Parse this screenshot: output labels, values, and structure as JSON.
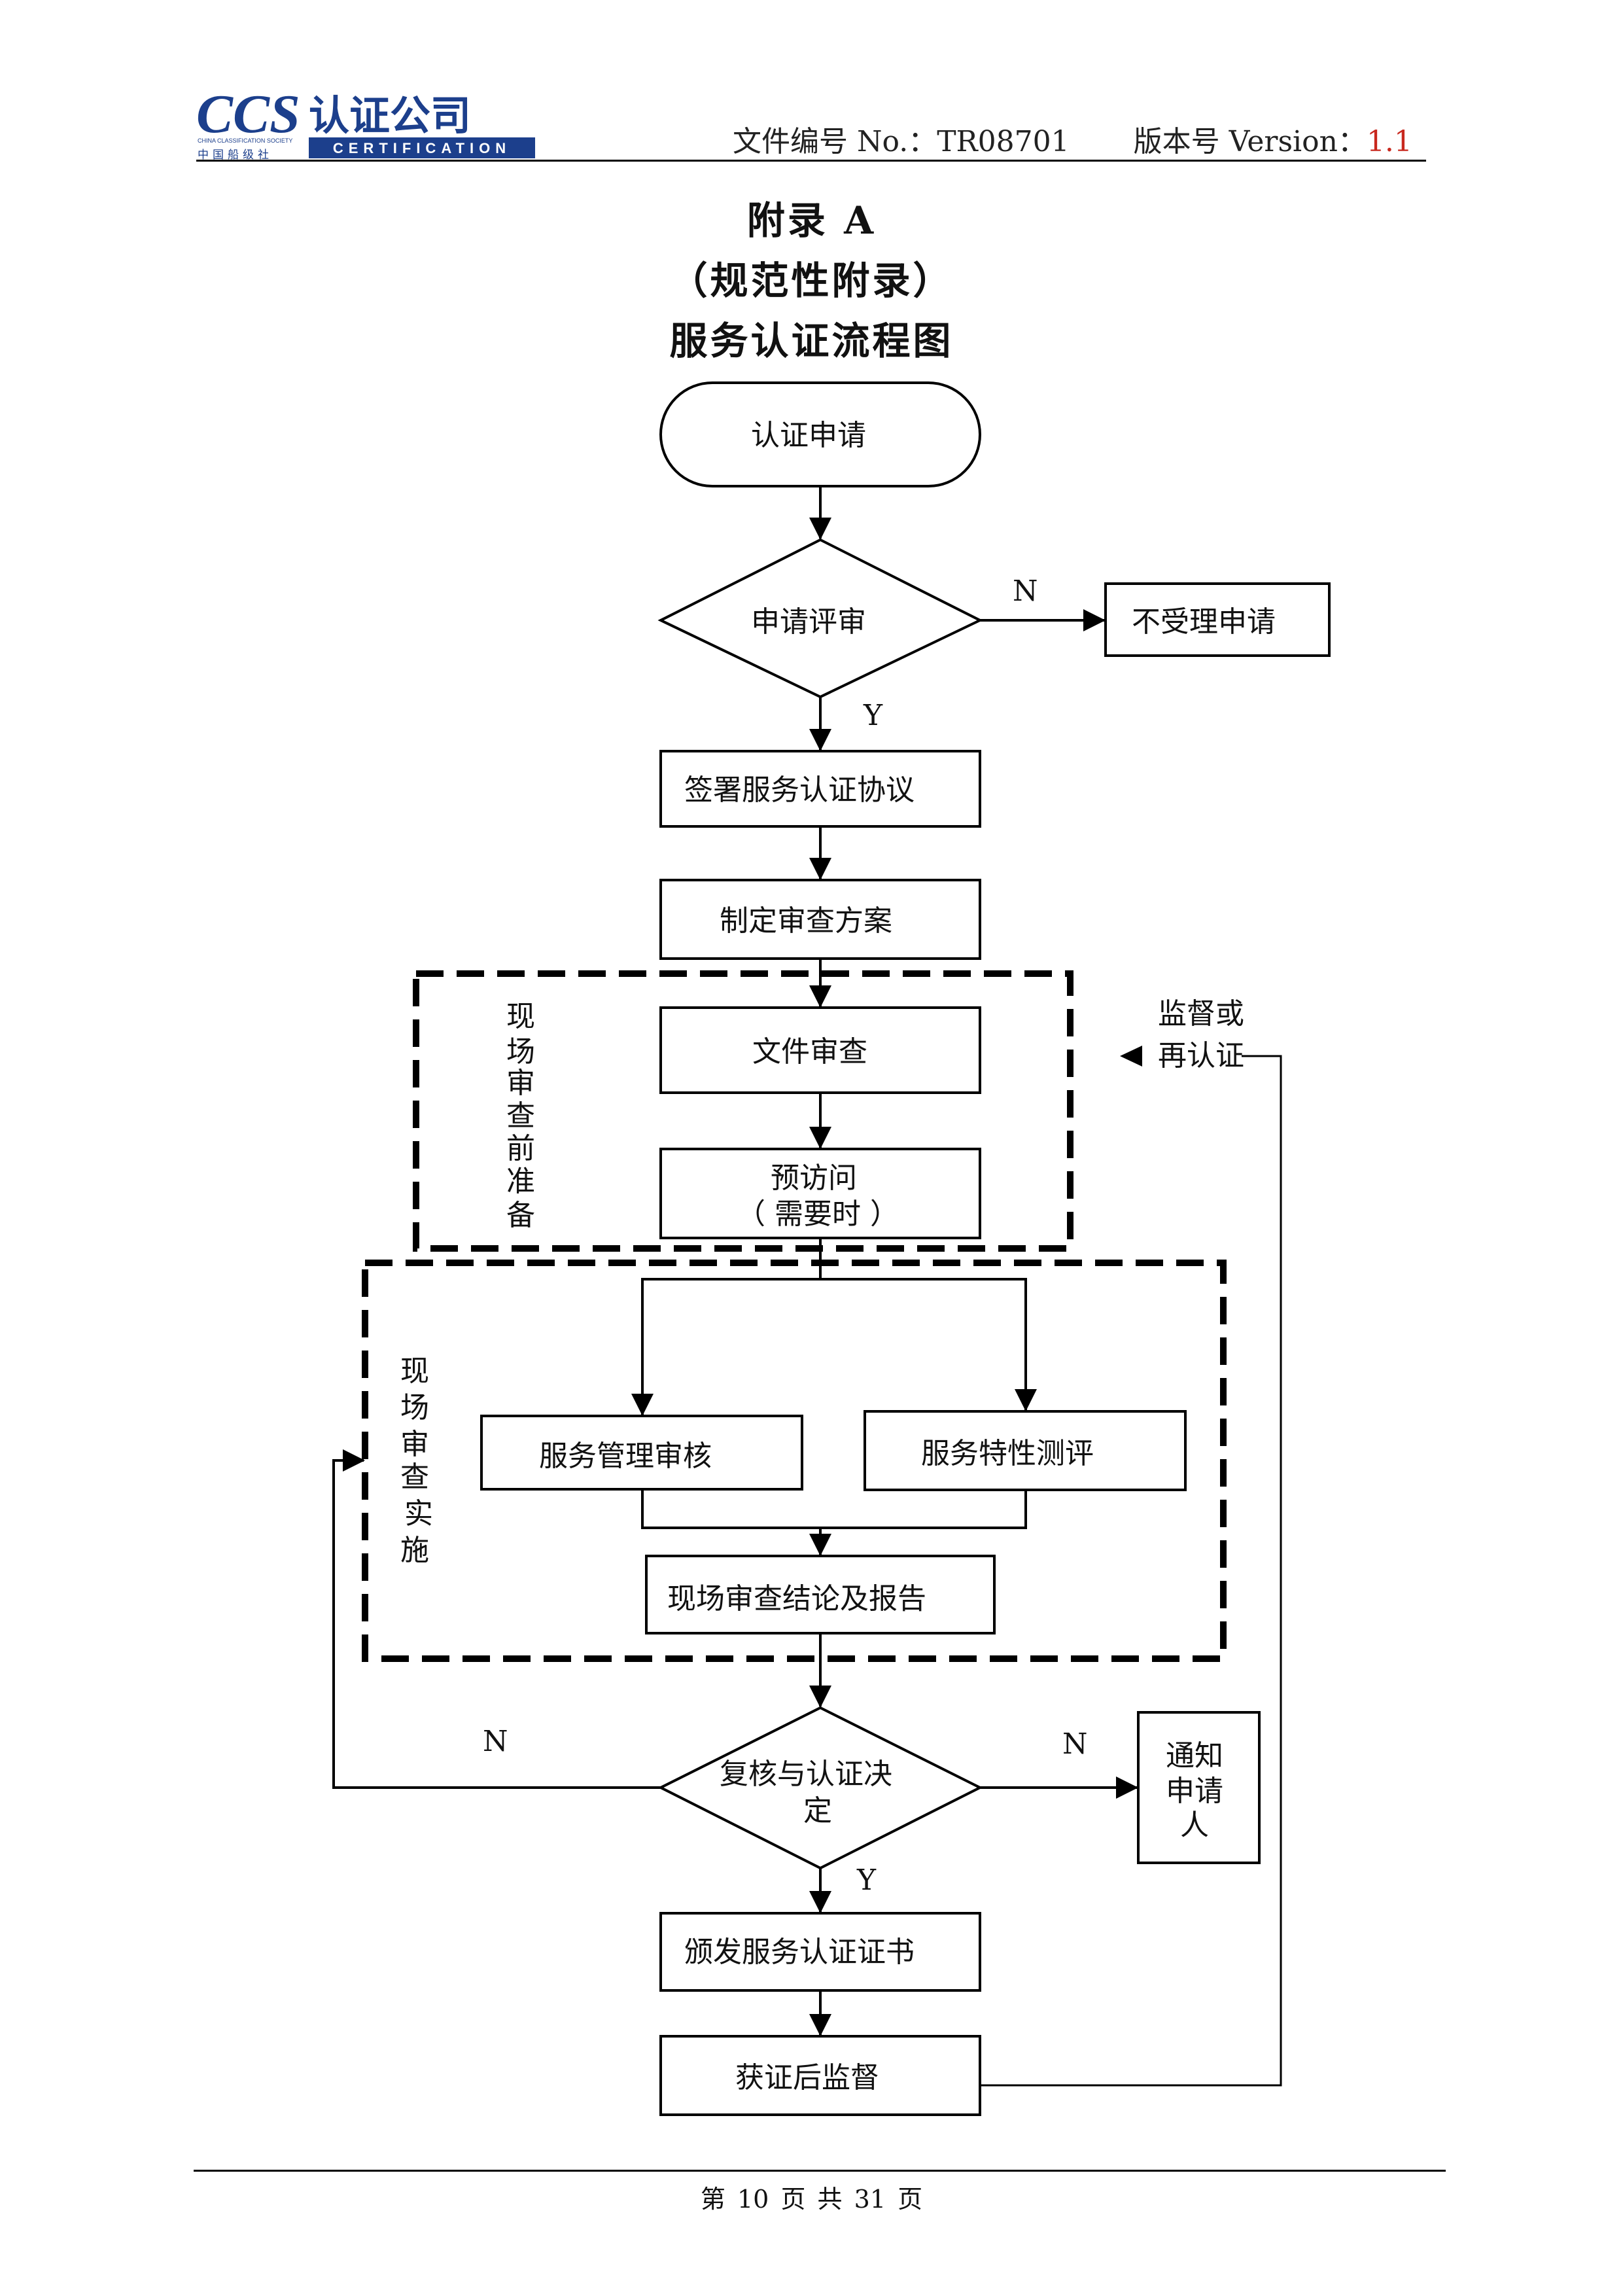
{
  "header": {
    "logo": {
      "mark": "CCS",
      "cn_name": "认证公司",
      "en_society": "CHINA CLASSIFICATION SOCIETY",
      "cn_society": "中国船级社",
      "en_name": "CERTIFICATION"
    },
    "doc_no_label": "文件编号 No.：",
    "doc_no": "TR08701",
    "version_label": "版本号 Version：",
    "version": "1.1"
  },
  "titles": {
    "appendix": "附录 A",
    "normative": "（规范性附录）",
    "chart_title": "服务认证流程图"
  },
  "flowchart": {
    "nodes": {
      "apply": "认证申请",
      "review": "申请评审",
      "reject": "不受理申请",
      "sign": "签署服务认证协议",
      "plan": "制定审查方案",
      "doc_review": "文件审查",
      "pre_visit_1": "预访问",
      "pre_visit_2": "（ 需要时 ）",
      "mgmt_audit": "服务管理审核",
      "feature_eval": "服务特性测评",
      "conclusion": "现场审查结论及报告",
      "decision_1": "复核与认证决",
      "decision_2": "定",
      "notify_1": "通知",
      "notify_2": "申请",
      "notify_3": "人",
      "issue": "颁发服务认证证书",
      "surveil": "获证后监督"
    },
    "groups": {
      "prep": [
        "现",
        "场",
        "审",
        "查",
        "前",
        "准",
        "备"
      ],
      "impl": [
        "现",
        "场",
        "审",
        "查",
        "实",
        "施"
      ]
    },
    "loop_label_1": "监督或",
    "loop_label_2": "再认证",
    "edge_labels": {
      "review_no": "N",
      "review_yes": "Y",
      "decision_no_left": "N",
      "decision_no_right": "N",
      "decision_yes": "Y"
    }
  },
  "footer": {
    "page_prefix": "第",
    "page": "10",
    "page_mid": "页 共",
    "total": "31",
    "page_suffix": "页"
  }
}
